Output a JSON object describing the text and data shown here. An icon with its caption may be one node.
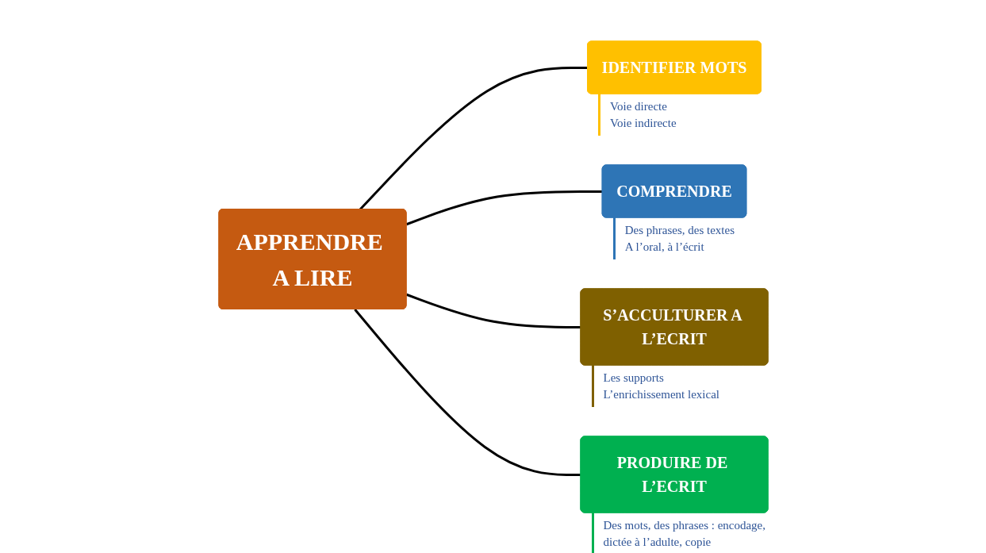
{
  "diagram": {
    "nodes": [
      {
        "text": [
          "IDENTIFIER MOTS"
        ],
        "beside": [
          "Voie directe",
          "Voie indirecte"
        ]
      },
      {
        "text": [
          "COMPRENDRE"
        ],
        "beside": [
          "Des phrases, des textes",
          "A l’oral, à l’écrit"
        ]
      },
      {
        "text": [
          "APPRENDRE A LIRE"
        ]
      },
      {
        "text": [
          "S’ACCULTURER A L’ECRIT"
        ],
        "beside": [
          "Les supports",
          "L’enrichissement lexical"
        ]
      },
      {
        "text": [
          "PRODUIRE DE L’ECRIT"
        ],
        "beside": [
          "Des mots, des phrases : encodage, dictée à l’adulte, copie"
        ]
      }
    ],
    "edges": [
      {
        "from": 2,
        "to": 0,
        "arrow": "none"
      },
      {
        "from": 2,
        "to": 1,
        "arrow": "none"
      },
      {
        "from": 2,
        "to": 3,
        "arrow": "none"
      },
      {
        "from": 2,
        "to": 4,
        "arrow": "none"
      }
    ]
  }
}
